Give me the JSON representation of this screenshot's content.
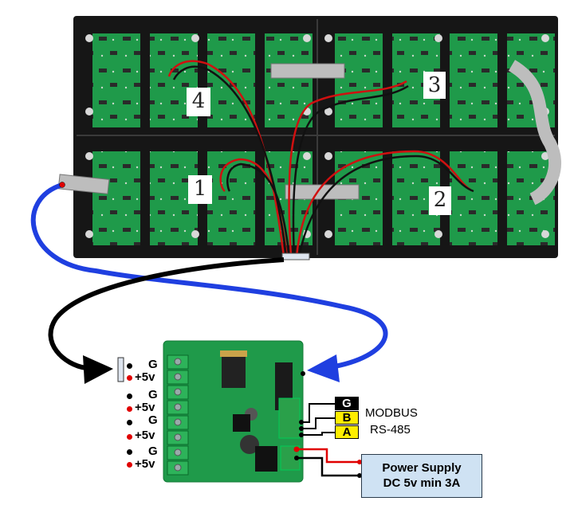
{
  "panels": {
    "numbers": [
      "1",
      "2",
      "3",
      "4"
    ]
  },
  "board": {
    "terminal_groups": [
      {
        "gnd": "G",
        "vcc": "+5v"
      },
      {
        "gnd": "G",
        "vcc": "+5v"
      },
      {
        "gnd": "G",
        "vcc": "+5v"
      },
      {
        "gnd": "G",
        "vcc": "+5v"
      }
    ]
  },
  "modbus": {
    "signals": [
      "G",
      "B",
      "A"
    ],
    "line1": "MODBUS",
    "line2": "RS-485",
    "signal_colors": {
      "G": "#000000",
      "B": "#ffee00",
      "A": "#ffee00"
    }
  },
  "power_supply": {
    "line1": "Power Supply",
    "line2": "DC 5v min 3A"
  },
  "colors": {
    "pcb_green": "#1f9a4a",
    "panel_frame": "#1a1a1a",
    "data_cable_blue": "#1f3fe0",
    "data_cable_black": "#000000",
    "power_red": "#e00000",
    "psu_fill": "#cfe2f3"
  }
}
